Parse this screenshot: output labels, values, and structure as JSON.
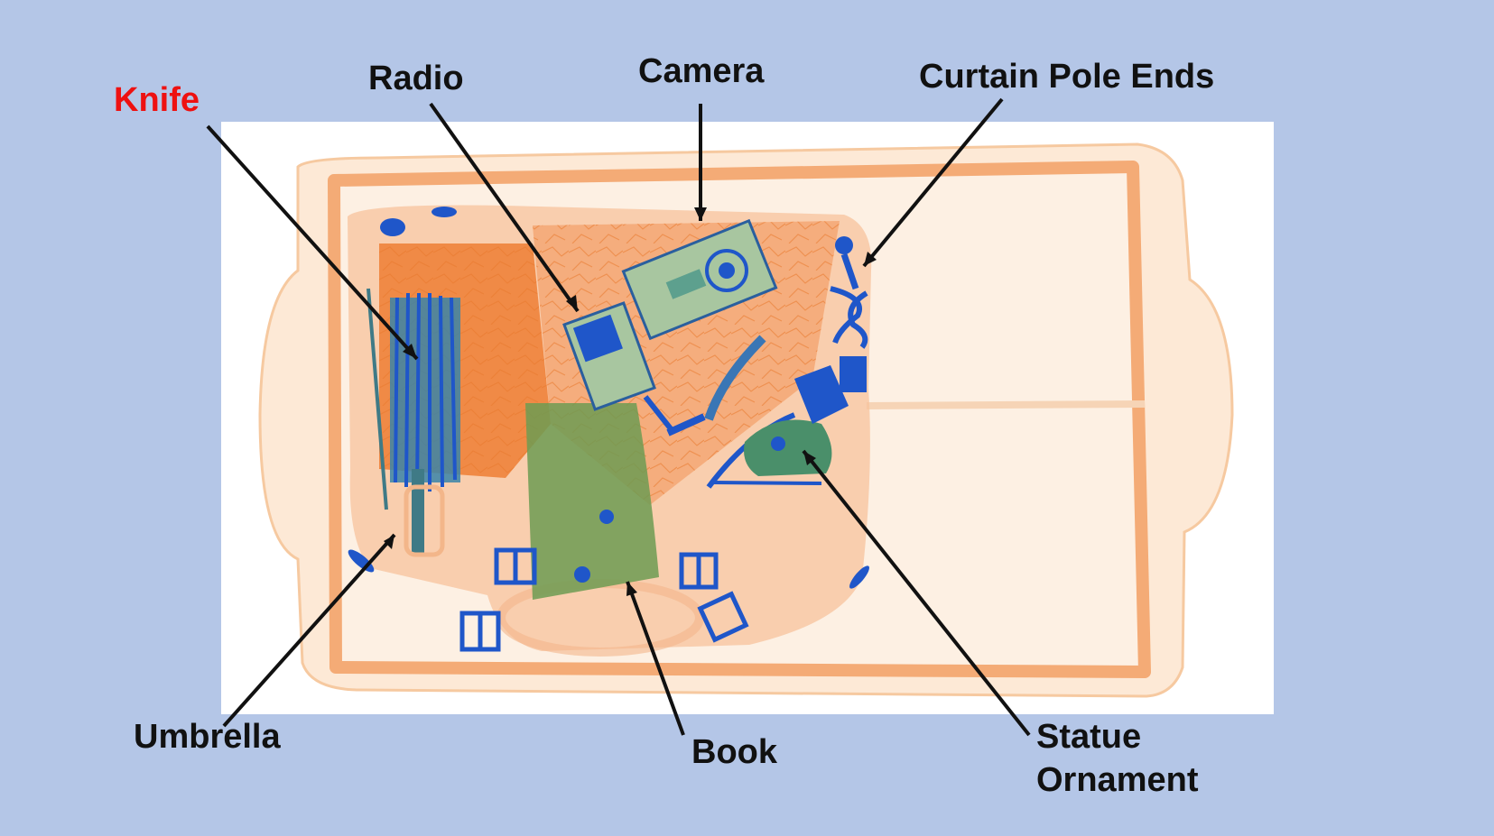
{
  "labels": {
    "knife": "Knife",
    "radio": "Radio",
    "camera": "Camera",
    "curtain_pole_ends": "Curtain Pole Ends",
    "umbrella": "Umbrella",
    "book": "Book",
    "statue_line1": "Statue",
    "statue_line2": "Ornament"
  },
  "colors": {
    "background": "#b4c6e7",
    "alert_label": "#ee1111",
    "label": "#111111",
    "xray_organic": "#f08a3c",
    "xray_inorganic": "#4a8f6a",
    "xray_metal": "#1f56c9"
  }
}
